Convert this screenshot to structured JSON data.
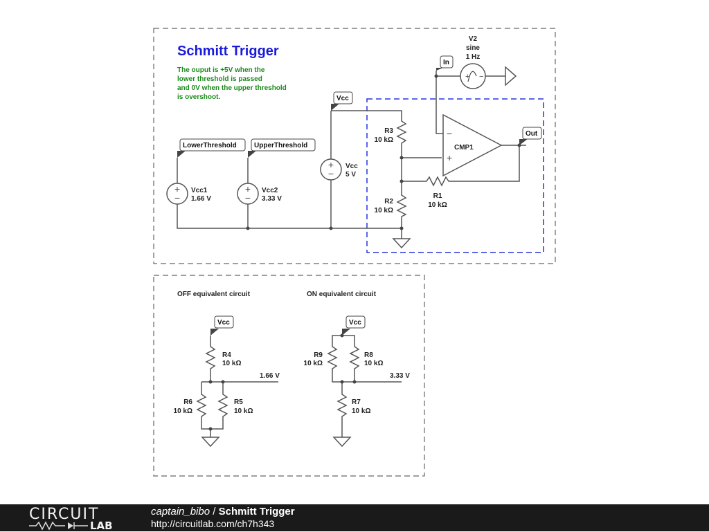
{
  "title": "Schmitt Trigger",
  "description": [
    "The ouput is +5V when the",
    "lower threshold is passed",
    "and 0V when the upper threshold",
    "is overshoot."
  ],
  "labels": {
    "in": "In",
    "out": "Out",
    "vcc": "Vcc",
    "lower_threshold": "LowerThreshold",
    "upper_threshold": "UpperThreshold"
  },
  "sources": {
    "v2": {
      "name": "V2",
      "type": "sine",
      "freq": "1 Hz"
    },
    "vcc_main": {
      "name": "Vcc",
      "value": "5 V"
    },
    "vcc1": {
      "name": "Vcc1",
      "value": "1.66 V"
    },
    "vcc2": {
      "name": "Vcc2",
      "value": "3.33 V"
    }
  },
  "comparator": {
    "name": "CMP1"
  },
  "resistors": {
    "r1": {
      "name": "R1",
      "value": "10 kΩ"
    },
    "r2": {
      "name": "R2",
      "value": "10 kΩ"
    },
    "r3": {
      "name": "R3",
      "value": "10 kΩ"
    },
    "r4": {
      "name": "R4",
      "value": "10 kΩ"
    },
    "r5": {
      "name": "R5",
      "value": "10 kΩ"
    },
    "r6": {
      "name": "R6",
      "value": "10 kΩ"
    },
    "r7": {
      "name": "R7",
      "value": "10 kΩ"
    },
    "r8": {
      "name": "R8",
      "value": "10 kΩ"
    },
    "r9": {
      "name": "R9",
      "value": "10 kΩ"
    }
  },
  "equivalent": {
    "off_title": "OFF equivalent circuit",
    "on_title": "ON equivalent circuit",
    "off_voltage": "1.66 V",
    "on_voltage": "3.33 V"
  },
  "footer": {
    "logo_top": "CIRCUIT",
    "logo_bottom": "LAB",
    "author": "captain_bibo",
    "separator": " / ",
    "title": "Schmitt Trigger",
    "url": "http://circuitlab.com/ch7h343"
  },
  "colors": {
    "title": "#1a1adc",
    "description": "#1a8a1a",
    "highlight_box": "#2233dd",
    "footer_bg": "#1a1a1a"
  }
}
